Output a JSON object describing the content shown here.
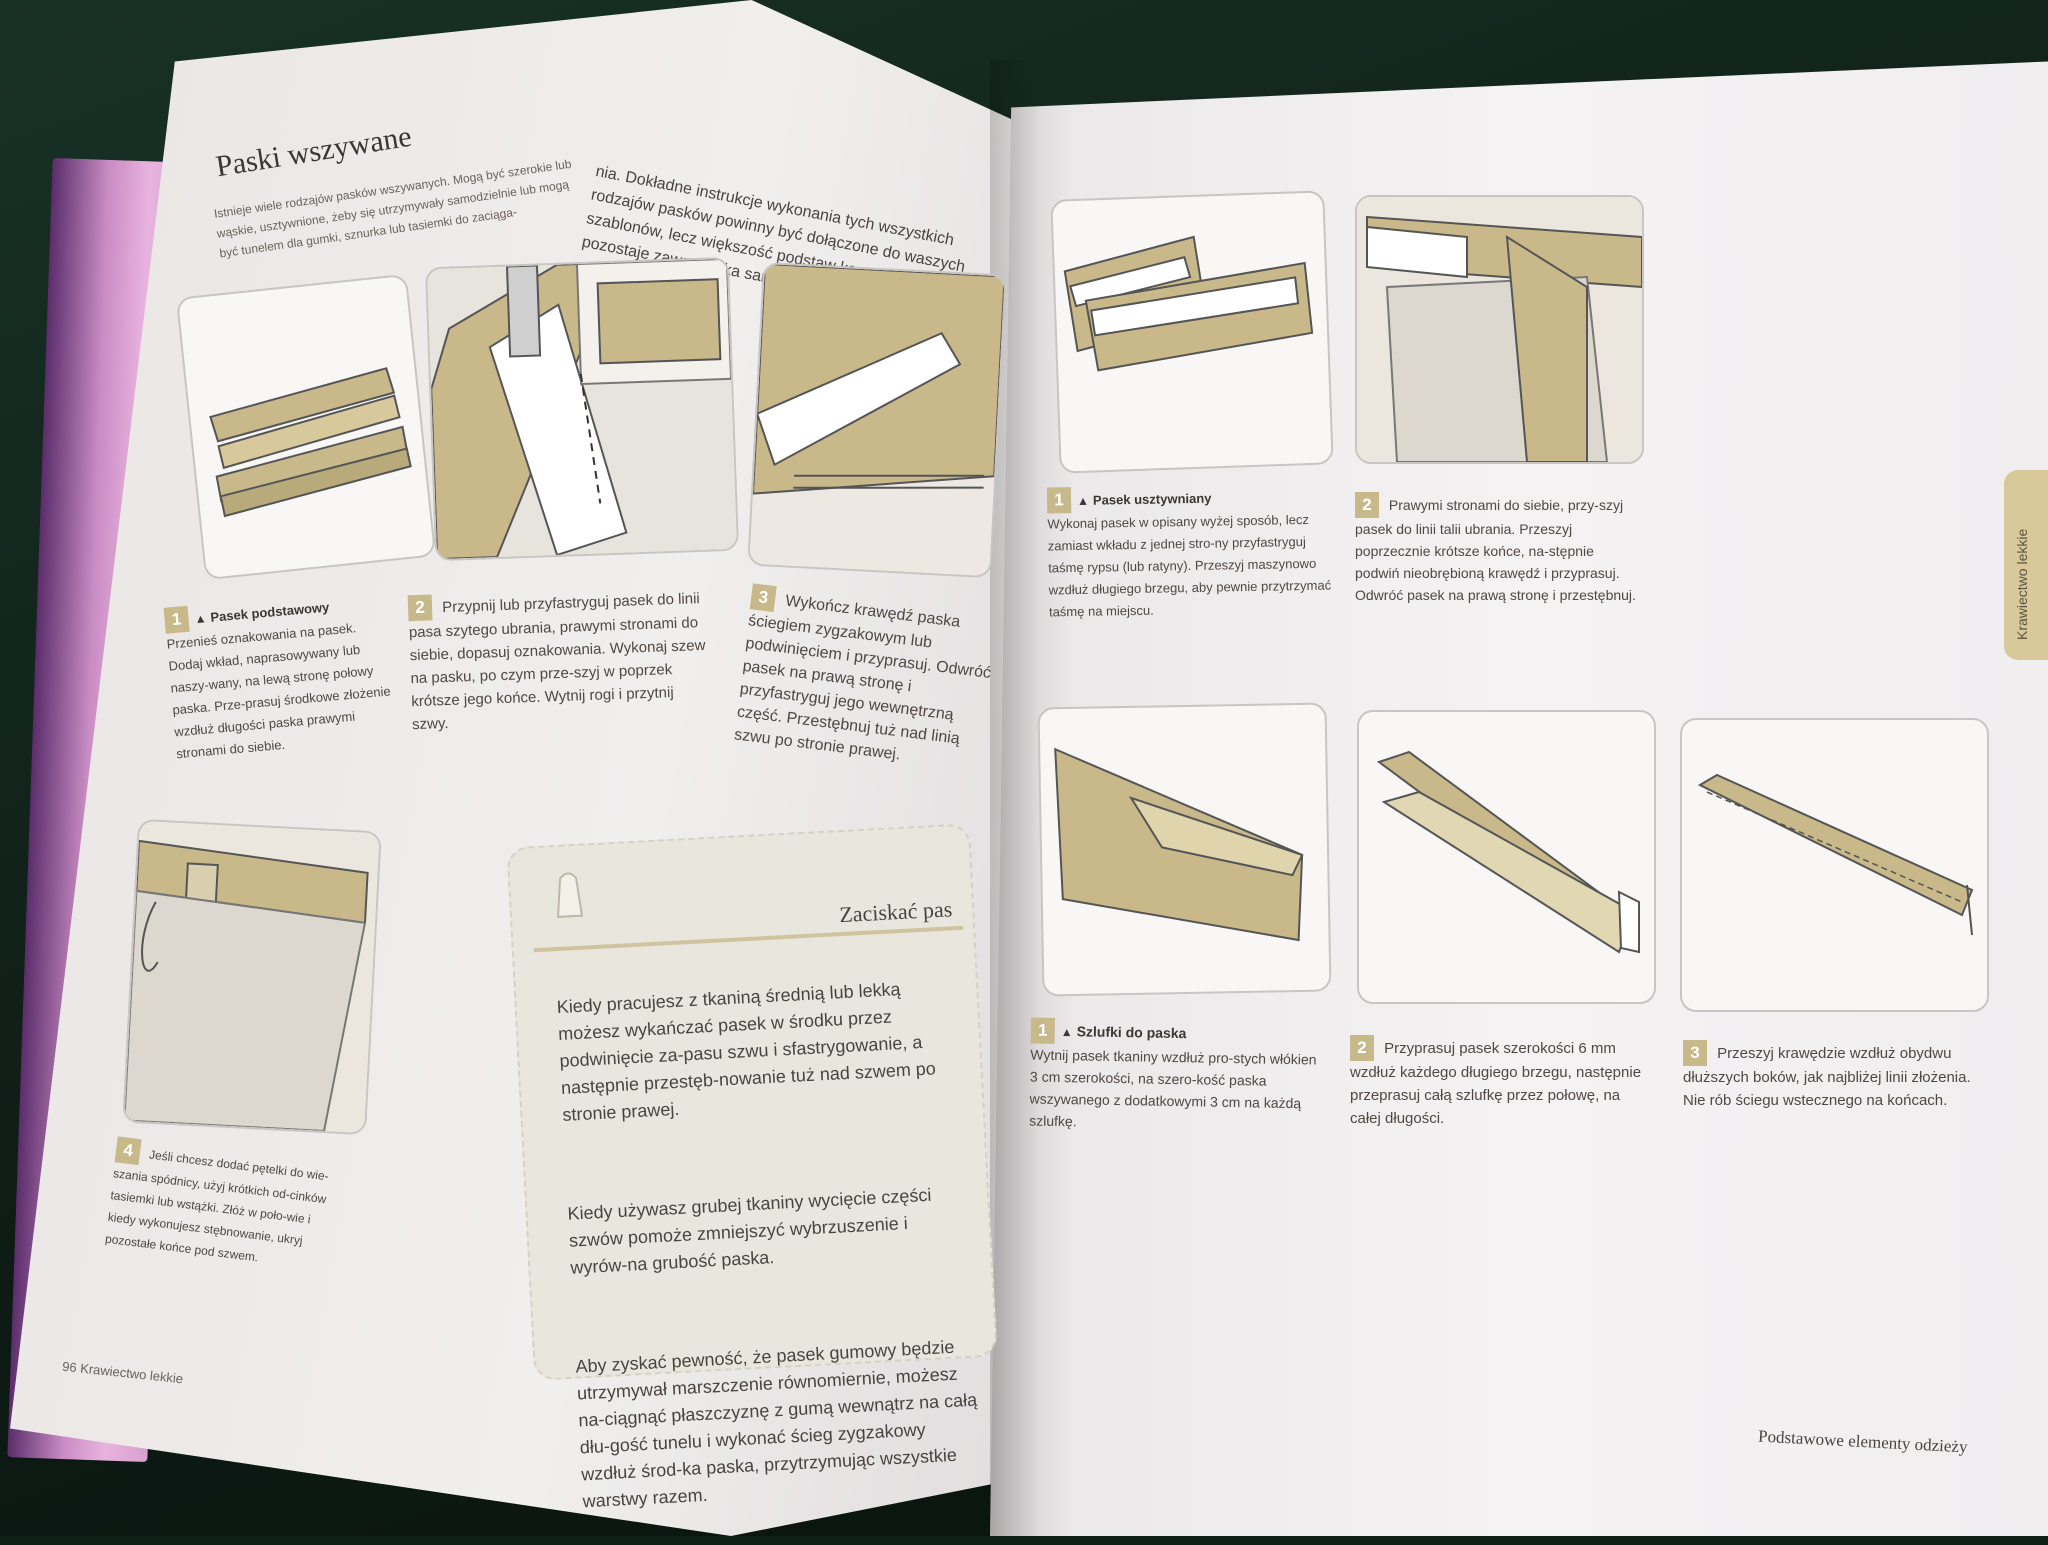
{
  "left_page": {
    "title": "Paski wszywane",
    "intro": "Istnieje wiele rodzajów pasków wszywanych. Mogą być szerokie lub wąskie, usztywnione, żeby się utrzymywały samodzielnie lub mogą być tunelem dla gumki, sznurka lub tasiemki do zaciąga-",
    "intro_continued": "nia. Dokładne instrukcje wykonania tych wszystkich rodzajów pasków powinny być dołączone do waszych szablonów, lecz większość podstaw konstrukcyjnych pozostaje zawsze taka sama.",
    "steps": [
      {
        "num": "1",
        "subtitle": "Pasek podstawowy",
        "text": "Przenieś oznakowania na pasek. Dodaj wkład, naprasowywany lub naszy-wany, na lewą stronę połowy paska. Prze-prasuj środkowe złożenie wzdłuż długości paska prawymi stronami do siebie."
      },
      {
        "num": "2",
        "text": "Przypnij lub przyfastryguj pasek do linii pasa szytego ubrania, prawymi stronami do siebie, dopasuj oznakowania. Wykonaj szew na pasku, po czym prze-szyj w poprzek krótsze jego końce. Wytnij rogi i przytnij szwy."
      },
      {
        "num": "3",
        "text": "Wykończ krawędź paska ściegiem zygzakowym lub podwinięciem i przyprasuj. Odwróć pasek na prawą stronę i przyfastryguj jego wewnętrzną część. Przestębnuj tuż nad linią szwu po stronie prawej."
      },
      {
        "num": "4",
        "text": "Jeśli chcesz dodać pętelki do wie-szania spódnicy, użyj krótkich od-cinków tasiemki lub wstążki. Złóż w poło-wie i kiedy wykonujesz stębnowanie, ukryj pozostałe końce pod szwem."
      }
    ],
    "tip": {
      "title": "Zaciskać pas",
      "paragraphs": [
        "Kiedy pracujesz z tkaniną średnią lub lekką możesz wykańczać pasek w środku przez podwinięcie za-pasu szwu i sfastrygowanie, a następnie przestęb-nowanie tuż nad szwem po stronie prawej.",
        "Kiedy używasz grubej tkaniny wycięcie części szwów pomoże zmniejszyć wybrzuszenie i wyrów-na grubość paska.",
        "Aby zyskać pewność, że pasek gumowy będzie utrzymywał marszczenie równomiernie, możesz na-ciągnąć płaszczyznę z gumą wewnątrz na całą dłu-gość tunelu i wykonać ścieg zygzakowy wzdłuż środ-ka paska, przytrzymując wszystkie warstwy razem."
      ]
    },
    "footer": "96    Krawiectwo lekkie"
  },
  "right_page": {
    "steps_top": [
      {
        "num": "1",
        "subtitle": "Pasek usztywniany",
        "text": "Wykonaj pasek w opisany wyżej sposób, lecz zamiast wkładu z jednej stro-ny przyfastryguj taśmę rypsu (lub ratyny). Przeszyj maszynowo wzdłuż długiego brzegu, aby pewnie przytrzymać taśmę na miejscu."
      },
      {
        "num": "2",
        "text": "Prawymi stronami do siebie, przy-szyj pasek do linii talii ubrania. Przeszyj poprzecznie krótsze końce, na-stępnie podwiń nieobrębioną krawędź i przyprasuj. Odwróć pasek na prawą stronę i przestębnuj."
      }
    ],
    "steps_bottom": [
      {
        "num": "1",
        "subtitle": "Szlufki do paska",
        "text": "Wytnij pasek tkaniny wzdłuż pro-stych włókien 3 cm szerokości, na szero-kość paska wszywanego z dodatkowymi 3 cm na każdą szlufkę."
      },
      {
        "num": "2",
        "text": "Przyprasuj pasek szerokości 6 mm wzdłuż każdego długiego brzegu, następnie przeprasuj całą szlufkę przez połowę, na całej długości."
      },
      {
        "num": "3",
        "text": "Przeszyj krawędzie wzdłuż obydwu dłuższych boków, jak najbliżej linii złożenia. Nie rób ściegu wstecznego na końcach."
      }
    ],
    "side_tab": "Krawiectwo lekkie",
    "footer": "Podstawowe elementy odzieży"
  },
  "colors": {
    "fabric": "#c9b98a",
    "fabric_dark": "#a89a6c",
    "page": "#f1eeee",
    "accent_tab": "#d8c89a"
  }
}
